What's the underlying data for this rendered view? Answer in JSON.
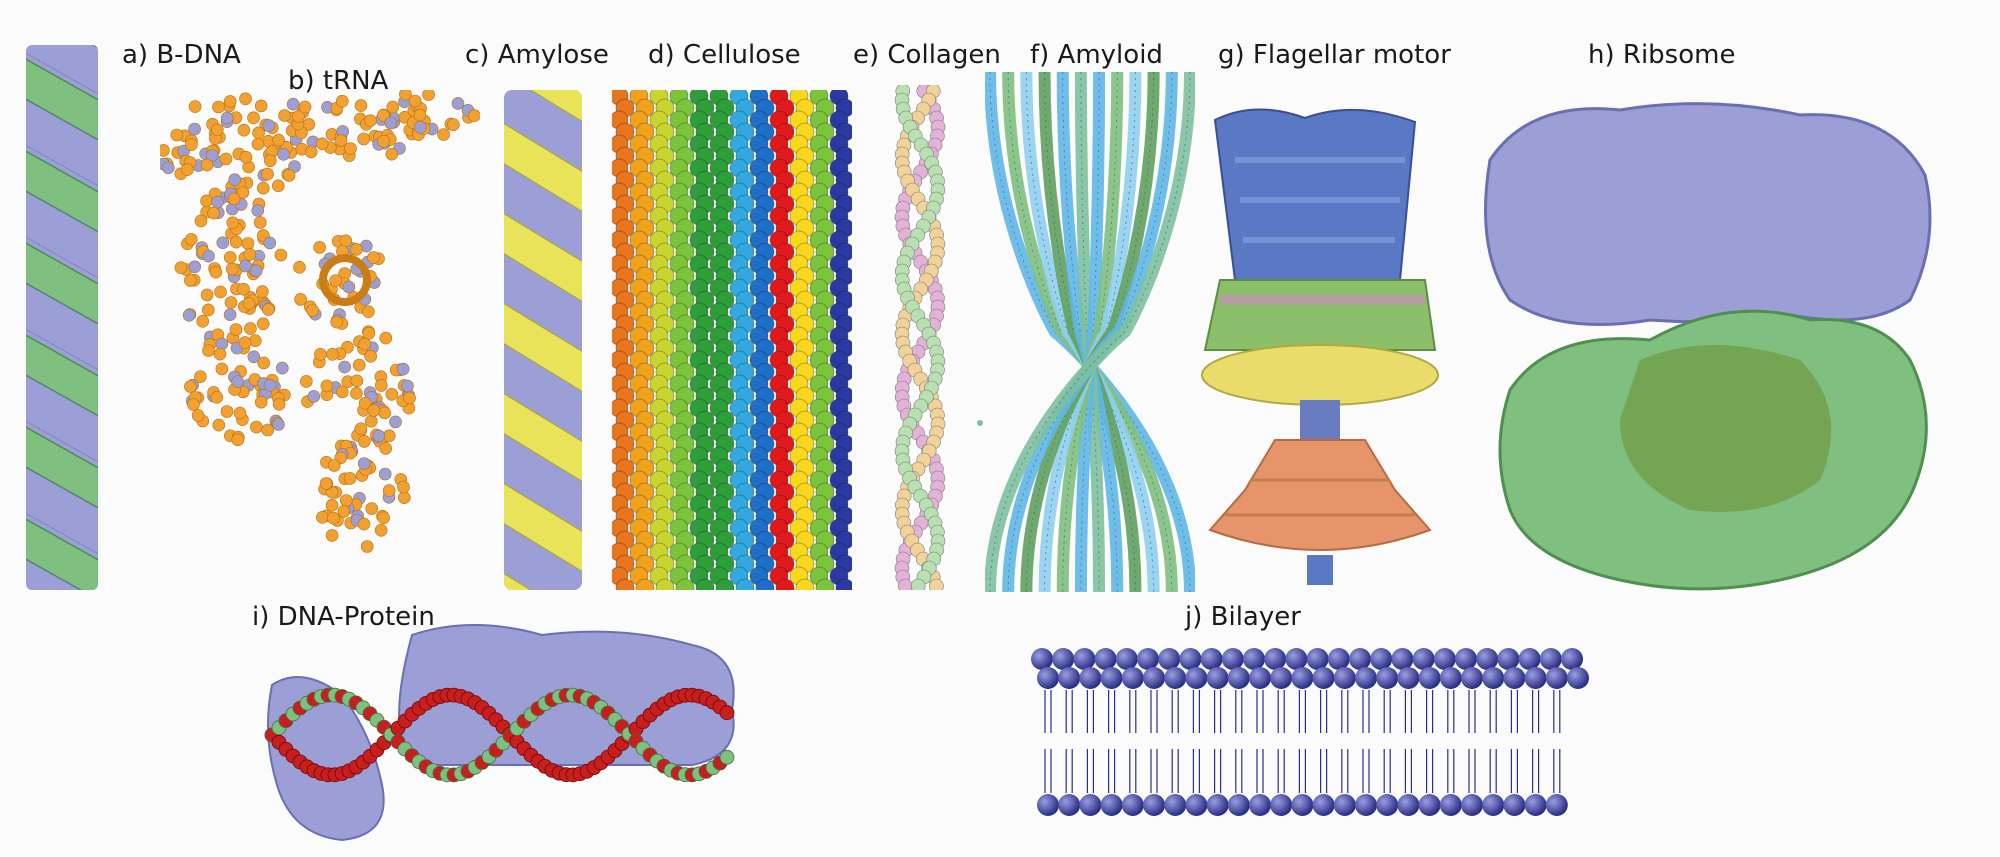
{
  "panels": [
    {
      "id": "a",
      "label": "a) B-DNA"
    },
    {
      "id": "b",
      "label": "b) tRNA"
    },
    {
      "id": "c",
      "label": "c) Amylose"
    },
    {
      "id": "d",
      "label": "d) Cellulose"
    },
    {
      "id": "e",
      "label": "e) Collagen"
    },
    {
      "id": "f",
      "label": "f) Amyloid"
    },
    {
      "id": "g",
      "label": "g) Flagellar motor"
    },
    {
      "id": "h",
      "label": "h) Ribsome"
    },
    {
      "id": "i",
      "label": "i) DNA-Protein"
    },
    {
      "id": "j",
      "label": "j) Bilayer"
    }
  ],
  "colors": {
    "lavender": "#9b9fd6",
    "green": "#7fbf7f",
    "orange": "#f2a030",
    "yellow": "#e9e35a",
    "red": "#c81e1e",
    "darkblue": "#2a2e86",
    "skyblue": "#5fb7e8",
    "pink": "#e3b2d6",
    "tan": "#f1d39a",
    "motorblue": "#5a78c4",
    "salmon": "#e6956a"
  },
  "cellulose_stripes": [
    "#e8741e",
    "#f0a21c",
    "#c8d430",
    "#7cc43a",
    "#2e9e3a",
    "#2e9e3a",
    "#33a8e0",
    "#1e6fc8",
    "#e01a1a",
    "#f7d81c",
    "#7cc43a",
    "#2a3aa0"
  ]
}
